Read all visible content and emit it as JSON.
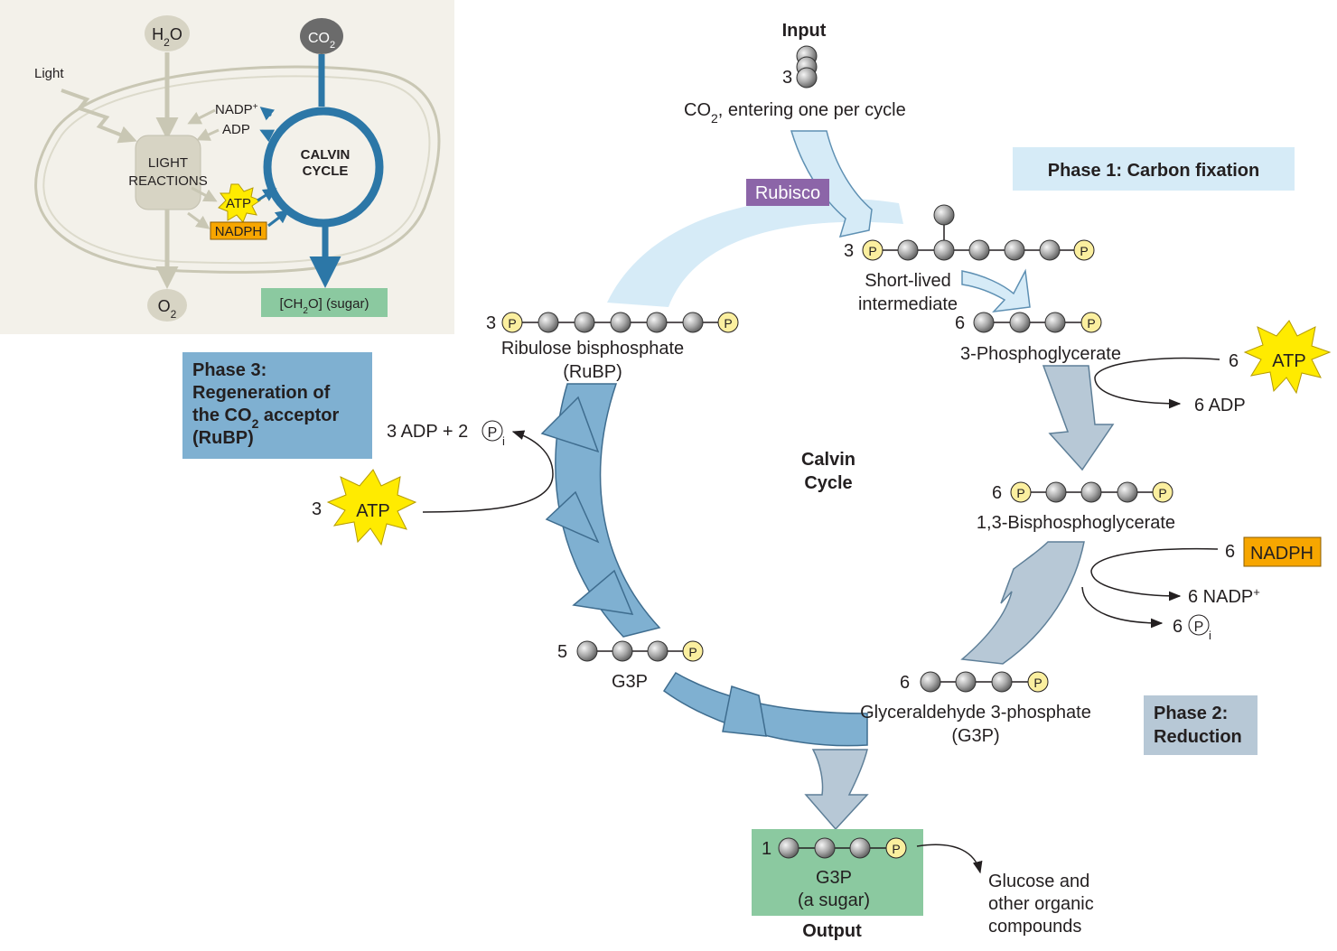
{
  "inset": {
    "h2o": "H2O",
    "co2": "CO2",
    "light": "Light",
    "light_reactions_1": "LIGHT",
    "light_reactions_2": "REACTIONS",
    "nadp": "NADP+",
    "adp": "ADP",
    "atp": "ATP",
    "nadph": "NADPH",
    "calvin_1": "CALVIN",
    "calvin_2": "CYCLE",
    "o2": "O2",
    "sugar": "[CH2O] (sugar)"
  },
  "input": {
    "title": "Input",
    "count": "3",
    "label": "CO2, entering one per cycle"
  },
  "rubisco": "Rubisco",
  "phases": {
    "phase1": "Phase 1: Carbon fixation",
    "phase2_1": "Phase 2:",
    "phase2_2": "Reduction",
    "phase3_1": "Phase 3:",
    "phase3_2": "Regeneration of",
    "phase3_3": "the CO2 acceptor",
    "phase3_4": "(RuBP)"
  },
  "center": {
    "line1": "Calvin",
    "line2": "Cycle"
  },
  "molecules": {
    "intermediate": {
      "count": "3",
      "label_1": "Short-lived",
      "label_2": "intermediate"
    },
    "pga": {
      "count": "6",
      "label": "3-Phosphoglycerate"
    },
    "bpg": {
      "count": "6",
      "label": "1,3-Bisphosphoglycerate"
    },
    "g3p6": {
      "count": "6",
      "label_1": "Glyceraldehyde 3-phosphate",
      "label_2": "(G3P)"
    },
    "g3p5": {
      "count": "5",
      "label": "G3P"
    },
    "rubp": {
      "count": "3",
      "label_1": "Ribulose bisphosphate",
      "label_2": "(RuBP)"
    },
    "output": {
      "count": "1",
      "label_1": "G3P",
      "label_2": "(a sugar)",
      "title": "Output"
    }
  },
  "energy": {
    "atp_in_count": "6",
    "atp": "ATP",
    "adp_out": "6 ADP",
    "nadph_in_count": "6",
    "nadph": "NADPH",
    "nadp_out": "6 NADP+",
    "pi_out_count": "6",
    "atp3_count": "3",
    "regen_out": "3 ADP + 2",
    "pi_symbol": "P",
    "pi_sub": "i"
  },
  "glucose": {
    "line1": "Glucose and",
    "line2": "other organic",
    "line3": "compounds"
  },
  "phosphate_symbol": "P",
  "colors": {
    "inset_bg": "#f3f1ea",
    "calvin_blue": "#2c77a7",
    "phase_blue_light": "#d6ebf7",
    "phase_blue_dark": "#7fb0d1",
    "phase_gray": "#b7c8d6",
    "rubisco": "#8c65a8",
    "atp_yellow": "#ffeb00",
    "nadph_orange": "#f7a600",
    "sugar_green": "#8bc9a0",
    "phosphate": "#fbef9f"
  }
}
